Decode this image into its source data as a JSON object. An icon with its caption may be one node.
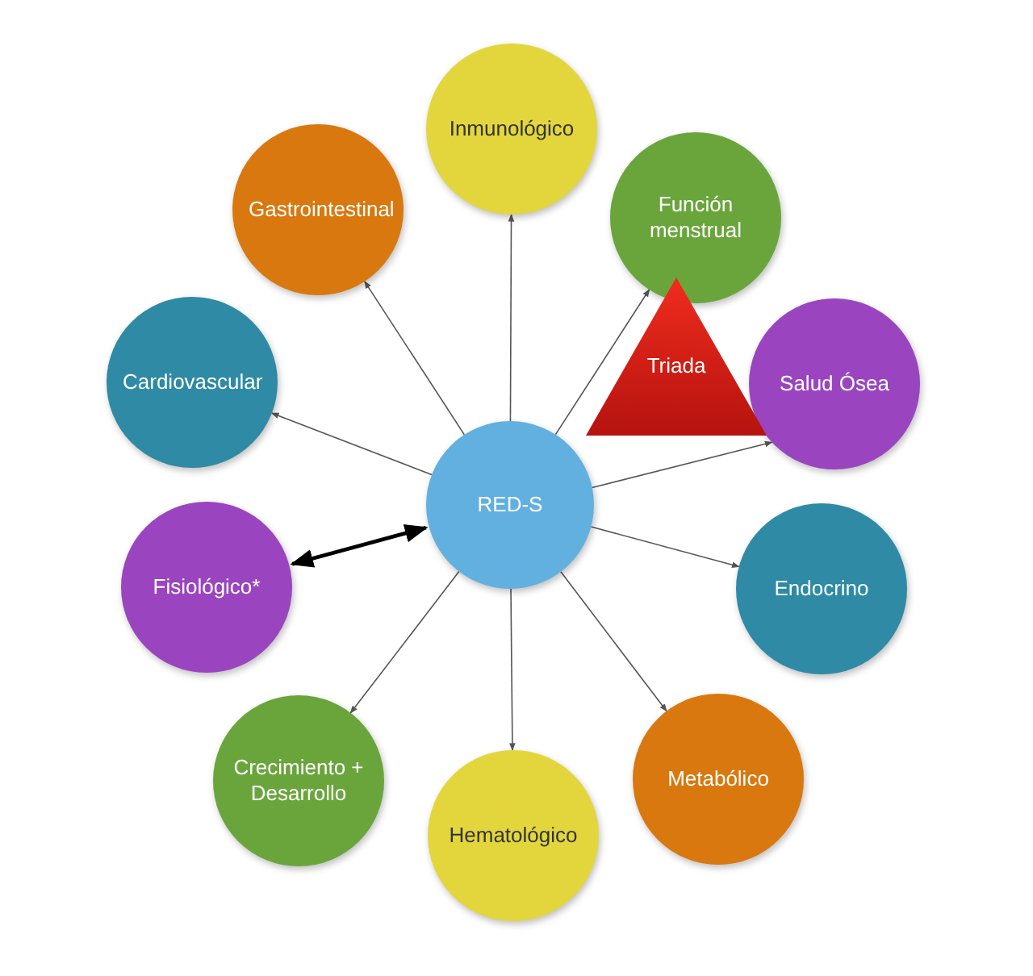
{
  "diagram": {
    "nodes": [
      {
        "text": [
          "RED-S"
        ]
      },
      {
        "text": [
          "Inmunológico"
        ]
      },
      {
        "text": [
          "Función menstrual"
        ]
      },
      {
        "text": [
          "Triada"
        ]
      },
      {
        "text": [
          "Salud Ósea"
        ]
      },
      {
        "text": [
          "Endocrino"
        ]
      },
      {
        "text": [
          "Metabólico"
        ]
      },
      {
        "text": [
          "Hematológico"
        ]
      },
      {
        "text": [
          "Crecimiento + Desarrollo"
        ]
      },
      {
        "text": [
          "Fisiológico*"
        ]
      },
      {
        "text": [
          "Cardiovascular"
        ]
      },
      {
        "text": [
          "Gastrointestinal"
        ]
      }
    ],
    "edges": [
      {
        "from": 0,
        "to": 1,
        "arrow": "to"
      },
      {
        "from": 0,
        "to": 2,
        "arrow": "to"
      },
      {
        "from": 0,
        "to": 4,
        "arrow": "to"
      },
      {
        "from": 0,
        "to": 5,
        "arrow": "to"
      },
      {
        "from": 0,
        "to": 6,
        "arrow": "to"
      },
      {
        "from": 0,
        "to": 7,
        "arrow": "to"
      },
      {
        "from": 0,
        "to": 8,
        "arrow": "to"
      },
      {
        "from": 0,
        "to": 9,
        "arrow": "both",
        "style": "thick",
        "color": "#000000"
      },
      {
        "from": 0,
        "to": 10,
        "arrow": "to"
      },
      {
        "from": 0,
        "to": 11,
        "arrow": "to"
      }
    ]
  }
}
